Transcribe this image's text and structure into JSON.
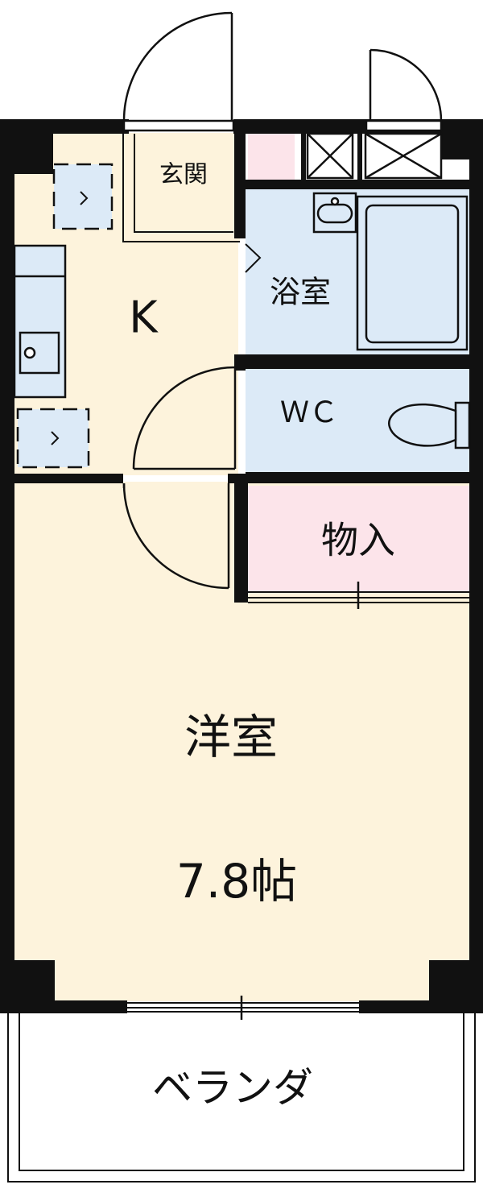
{
  "rooms": {
    "genkan": "玄関",
    "kitchen": "K",
    "bath": "浴室",
    "wc": "ＷＣ",
    "storage": "物入",
    "western_room": "洋室",
    "western_size": "7.8帖",
    "veranda": "ベランダ"
  },
  "colors": {
    "wall": "#111111",
    "floor": "#fdf3dc",
    "wet_area": "#dceaf7",
    "storage_fill": "#fce4ea",
    "outline": "#111111"
  },
  "icons": [
    "door-swing-icon",
    "sink-icon",
    "bathtub-icon",
    "toilet-icon",
    "vent-icon",
    "sliding-window-icon"
  ]
}
